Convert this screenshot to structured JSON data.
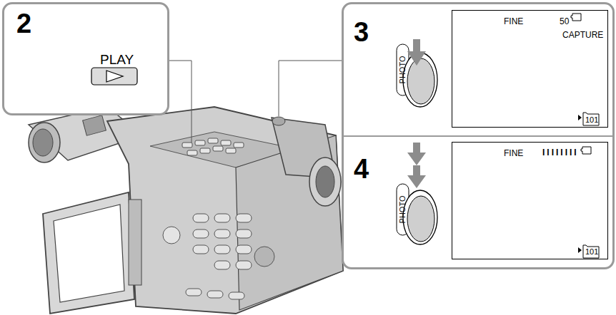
{
  "diagram": {
    "nodes": [
      {
        "text": [
          "2",
          "PLAY"
        ]
      },
      {
        "text": [
          "3"
        ]
      },
      {
        "text": [
          "FINE",
          "50",
          "CAPTURE",
          "101"
        ],
        "in": 1
      },
      {
        "text": [
          "4"
        ]
      },
      {
        "text": [
          "FINE",
          "IIIIIIII",
          "101"
        ],
        "in": 3
      }
    ],
    "labels": [
      "PHOTO",
      "PHOTO"
    ]
  }
}
